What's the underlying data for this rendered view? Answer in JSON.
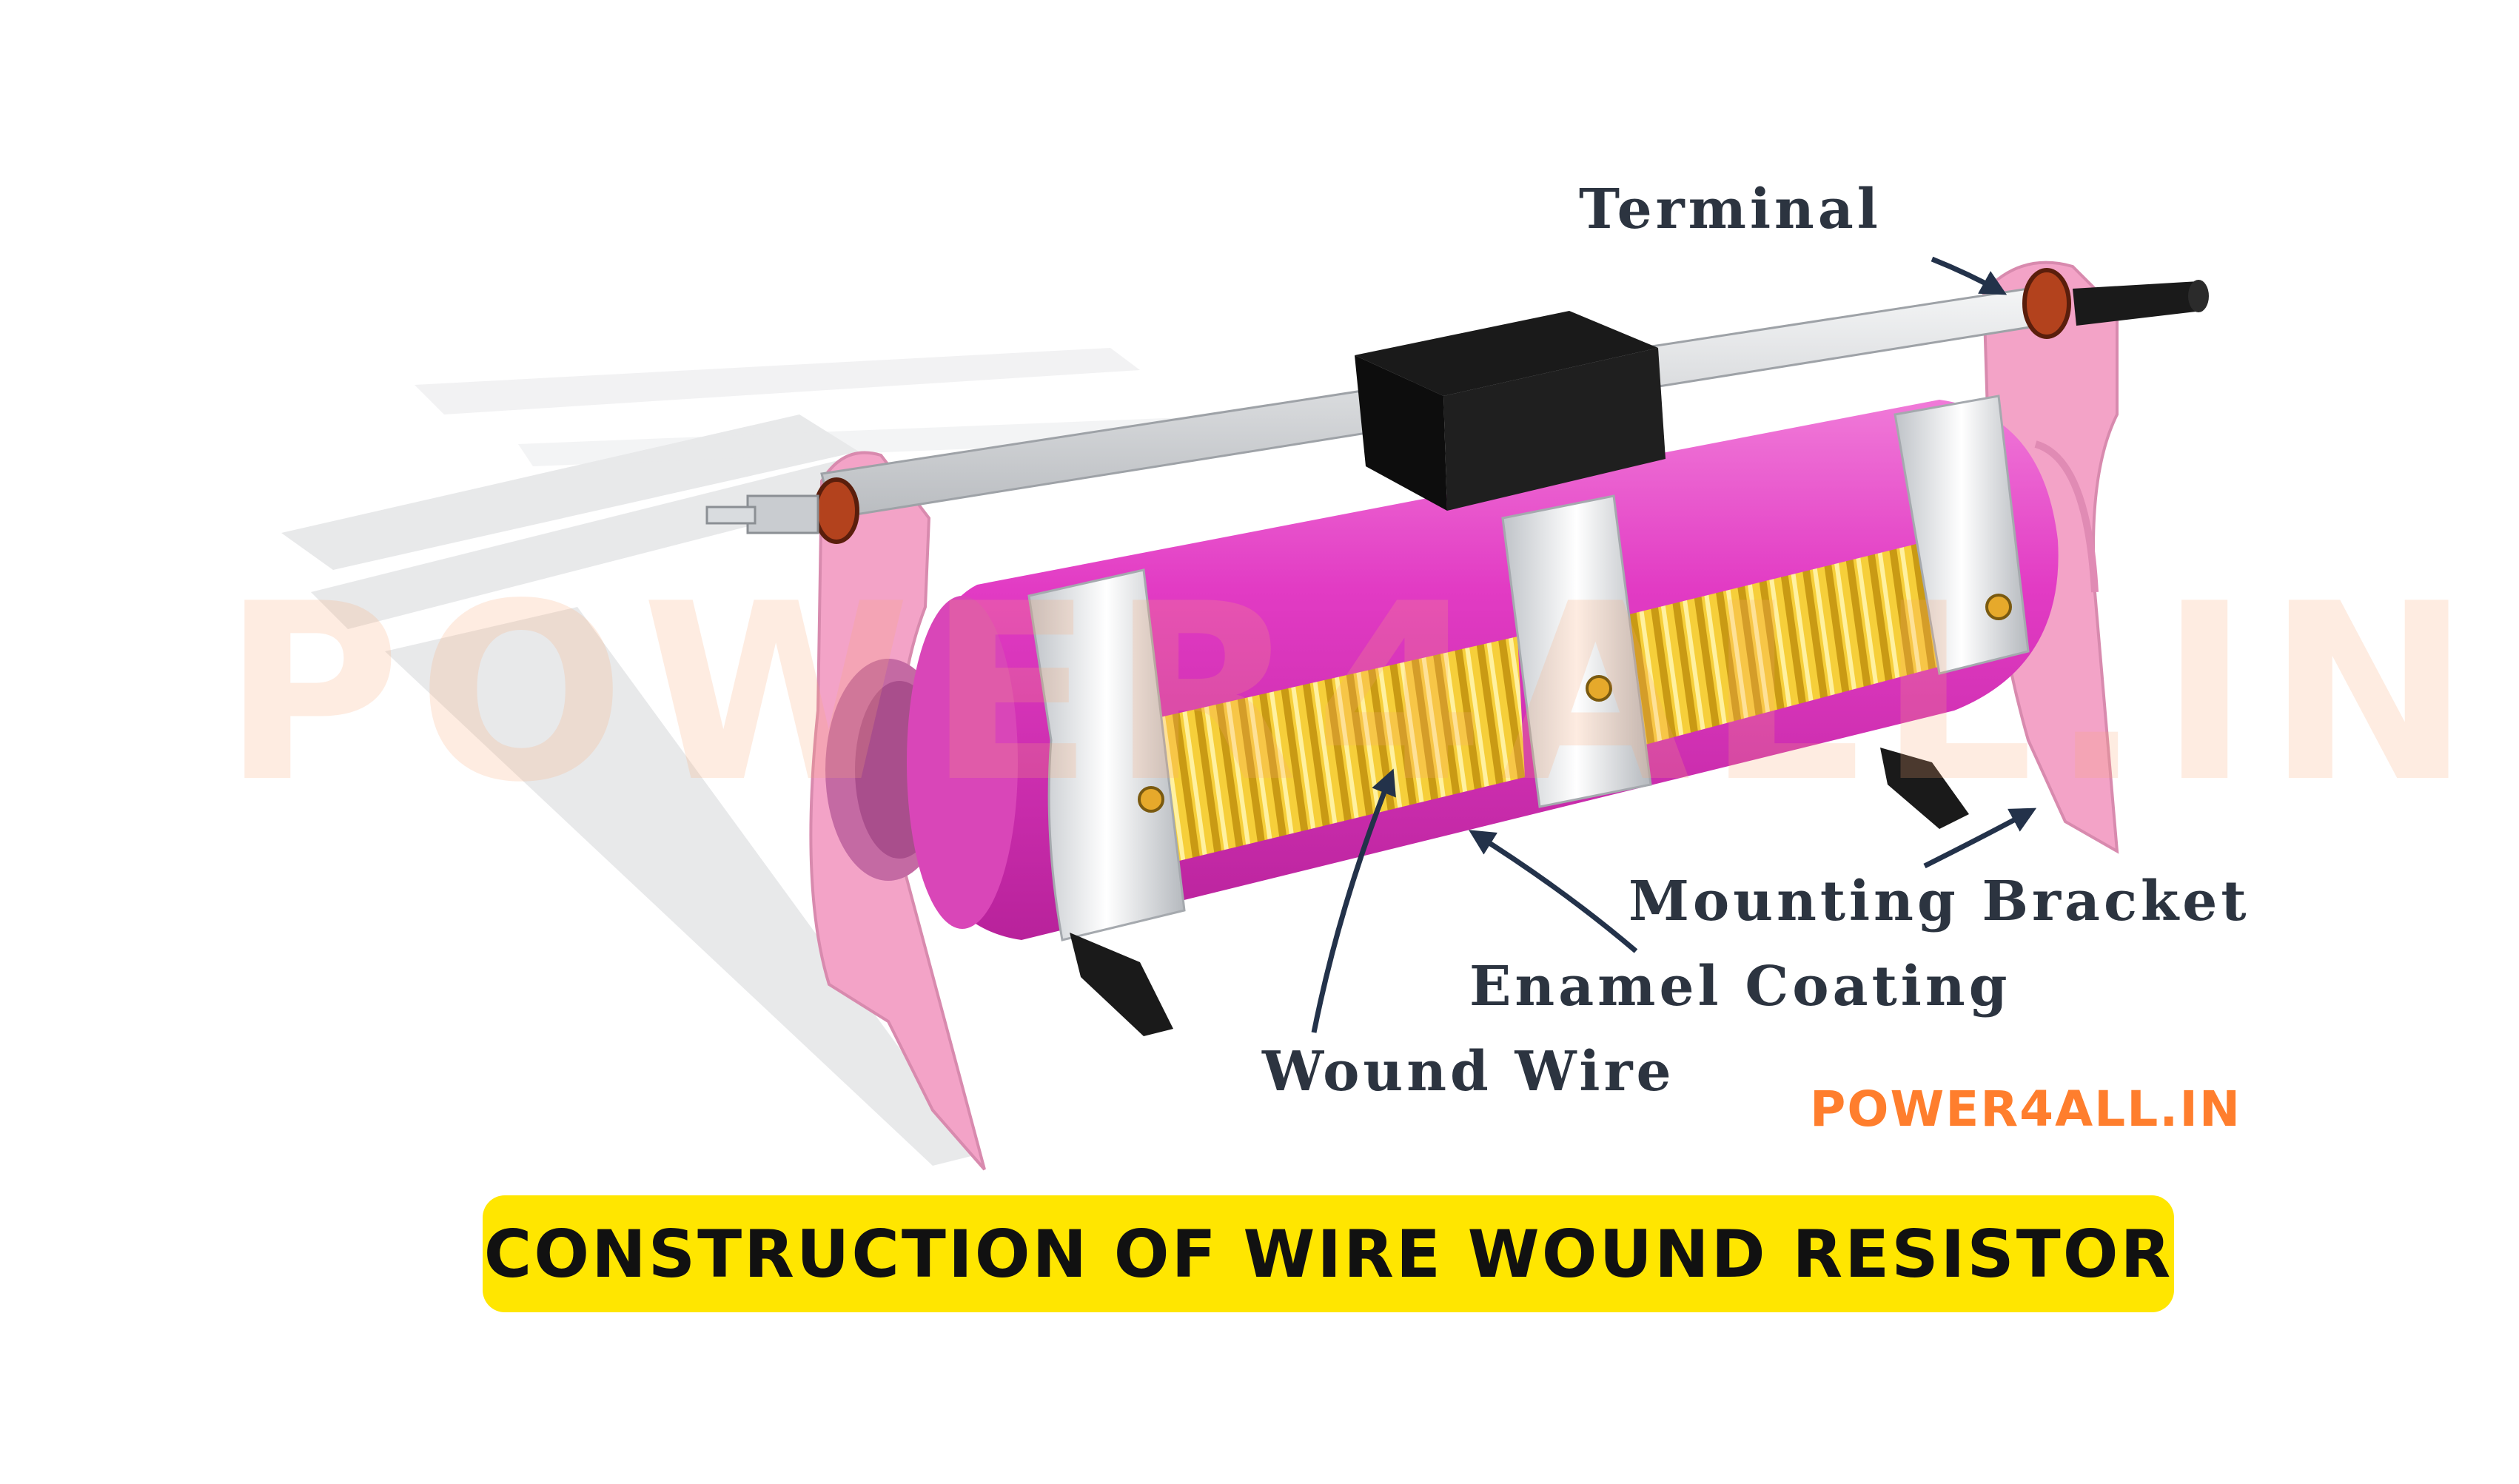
{
  "title": "CONSTRUCTION OF WIRE WOUND RESISTOR",
  "watermark": "POWER4ALL.IN",
  "brand": "POWER4ALL.IN",
  "labels": {
    "terminal": "Terminal",
    "mounting_bracket": "Mounting Bracket",
    "enamel_coating": "Enamel Coating",
    "wound_wire": "Wound Wire"
  },
  "colors": {
    "banner": "#ffe600",
    "brand": "#ff7e2d",
    "enamel": "#e23bc4",
    "bracket": "#f3a3c7",
    "wire": "#f2c832",
    "label_text": "#2c3440",
    "arrow": "#23324a"
  }
}
